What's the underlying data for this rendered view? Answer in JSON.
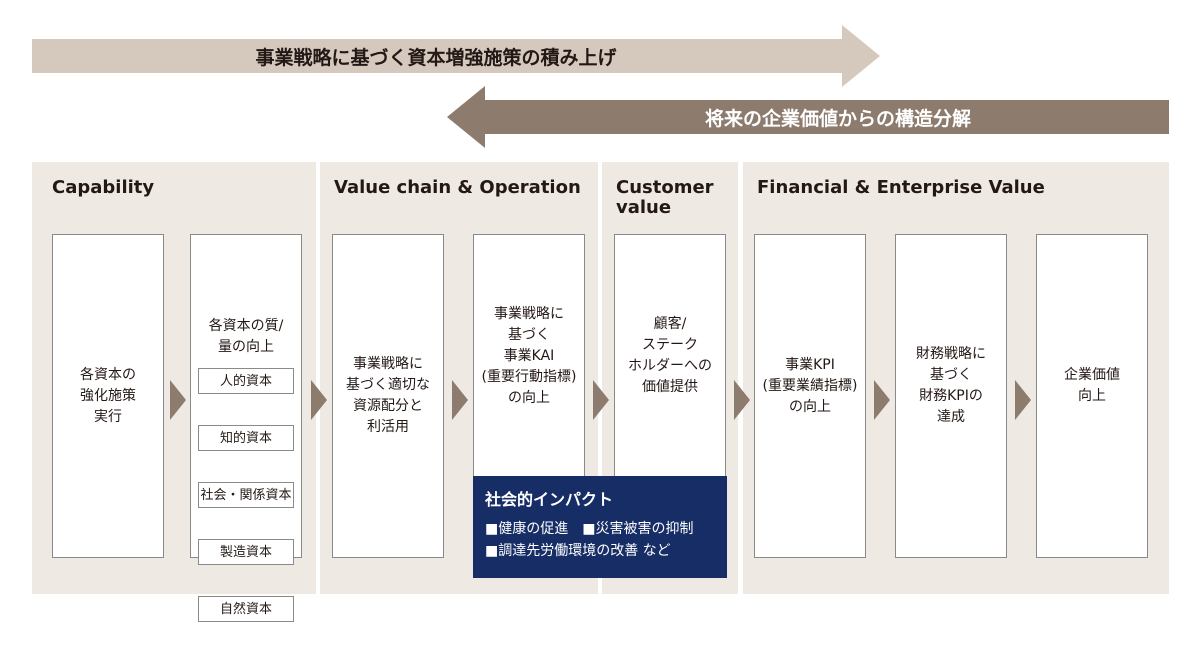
{
  "arrows": {
    "forward_label": "事業戦略に基づく資本増強施策の積み上げ",
    "backward_label": "将来の企業価値からの構造分解",
    "forward_color": "#d5c9bd",
    "backward_color": "#8d7b6e"
  },
  "panels": {
    "capability": "Capability",
    "value_chain": "Value chain & Operation",
    "customer": "Customer\nvalue",
    "financial": "Financial & Enterprise Value"
  },
  "boxes": {
    "capital_strengthen": "各資本の\n強化施策\n実行",
    "capital_quality": "各資本の質/\n量の向上",
    "resource_allocation": "事業戦略に\n基づく適切な\n資源配分と\n利活用",
    "business_kai": "事業戦略に\n基づく\n事業KAI\n(重要行動指標)\nの向上",
    "customer_value": "顧客/\nステーク\nホルダーへの\n価値提供",
    "business_kpi": "事業KPI\n(重要業績指標)\nの向上",
    "finance_kpi": "財務戦略に\n基づく\n財務KPIの\n達成",
    "enterprise_value": "企業価値\n向上"
  },
  "capitals": [
    "人的資本",
    "知的資本",
    "社会・関係資本",
    "製造資本",
    "自然資本"
  ],
  "impact": {
    "title": "社会的インパクト",
    "items": [
      "■健康の促進",
      "■災害被害の抑制",
      "■調達先労働環境の改善 など"
    ],
    "color": "#172d66"
  },
  "colors": {
    "panel_bg": "#efe9e4",
    "chevron": "#8d7b6e"
  }
}
